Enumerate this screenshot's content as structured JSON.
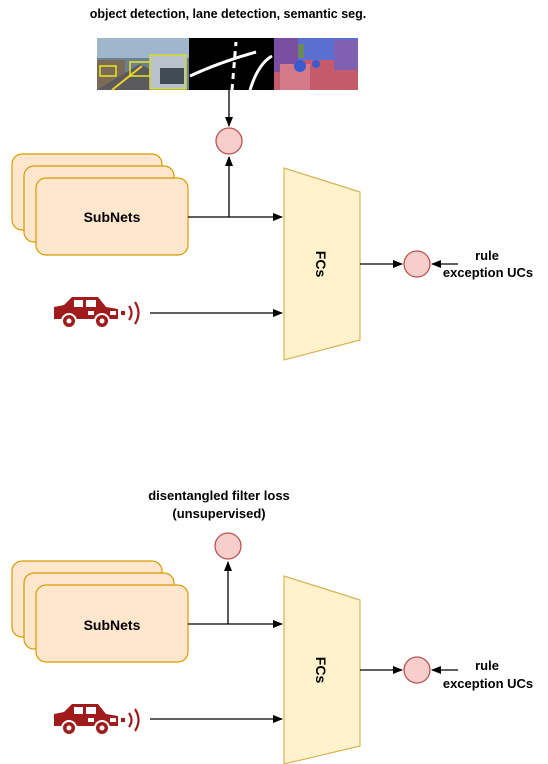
{
  "diagram_top": {
    "caption": "object detection, lane detection, semantic seg.",
    "images": [
      "object-detection-image",
      "lane-detection-image",
      "semantic-segmentation-image"
    ],
    "block_label": "SubNets",
    "fc_label": "FCs",
    "rule_line1": "rule",
    "rule_line2": "exception UCs",
    "vehicle_icon": "car-signal-icon"
  },
  "diagram_bottom": {
    "caption_line1": "disentangled filter loss",
    "caption_line2": "(unsupervised)",
    "block_label": "SubNets",
    "fc_label": "FCs",
    "rule_line1": "rule",
    "rule_line2": "exception UCs",
    "vehicle_icon": "car-signal-icon"
  },
  "colors": {
    "block_fill": "#ffe6cc",
    "block_stroke": "#d79b00",
    "fc_fill": "#fff2cc",
    "fc_stroke": "#d6b656",
    "node_fill": "#f8cecc",
    "node_stroke": "#b85450",
    "car": "#a01c1c"
  }
}
